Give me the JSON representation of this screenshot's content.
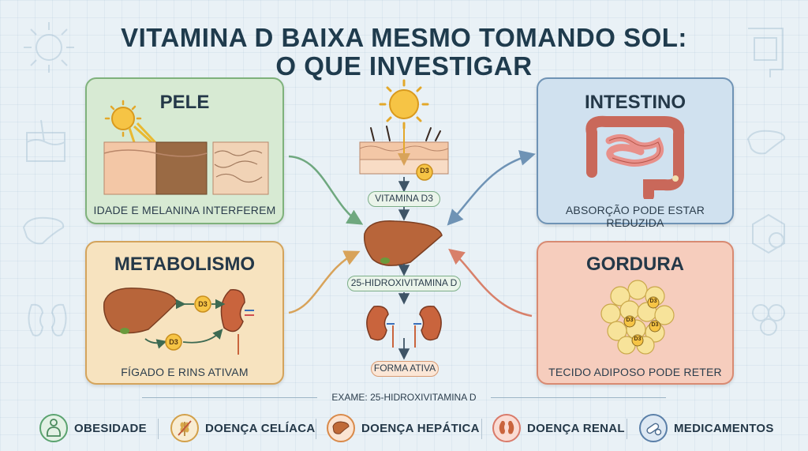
{
  "title": {
    "line1": "VITAMINA D BAIXA MESMO TOMANDO SOL:",
    "line2": "O QUE INVESTIGAR"
  },
  "panels": {
    "pele": {
      "title": "PELE",
      "caption": "IDADE E MELANINA INTERFEREM"
    },
    "intestino": {
      "title": "INTESTINO",
      "caption": "ABSORÇÃO PODE ESTAR REDUZIDA"
    },
    "metabolismo": {
      "title": "METABOLISMO",
      "caption": "FÍGADO E RINS ATIVAM",
      "badge": "D3"
    },
    "gordura": {
      "title": "GORDURA",
      "caption": "TECIDO ADIPOSO PODE RETER",
      "badge": "D3"
    }
  },
  "center": {
    "badge": "D3",
    "step1": "VITAMINA D3",
    "step2": "25-HIDROXIVITAMINA D",
    "step3": "FORMA ATIVA"
  },
  "exam": "EXAME: 25-HIDROXIVITAMINA D",
  "risk_factors": [
    {
      "label": "OBESIDADE",
      "icon": "person-icon",
      "color": "#5aa36f"
    },
    {
      "label": "DOENÇA CELÍACA",
      "icon": "wheat-icon",
      "color": "#d2a04a"
    },
    {
      "label": "DOENÇA HEPÁTICA",
      "icon": "liver-icon",
      "color": "#d98a4a"
    },
    {
      "label": "DOENÇA RENAL",
      "icon": "kidney-icon",
      "color": "#d97a6a"
    },
    {
      "label": "MEDICAMENTOS",
      "icon": "pills-icon",
      "color": "#5a7fa8"
    }
  ],
  "colors": {
    "sun": "#f6c445",
    "liver": "#b8653a",
    "kidney": "#c9643d",
    "arrow_green": "#6fa87f",
    "arrow_blue": "#6f93b5",
    "arrow_orange": "#d8a35a",
    "arrow_red": "#d8806a"
  }
}
